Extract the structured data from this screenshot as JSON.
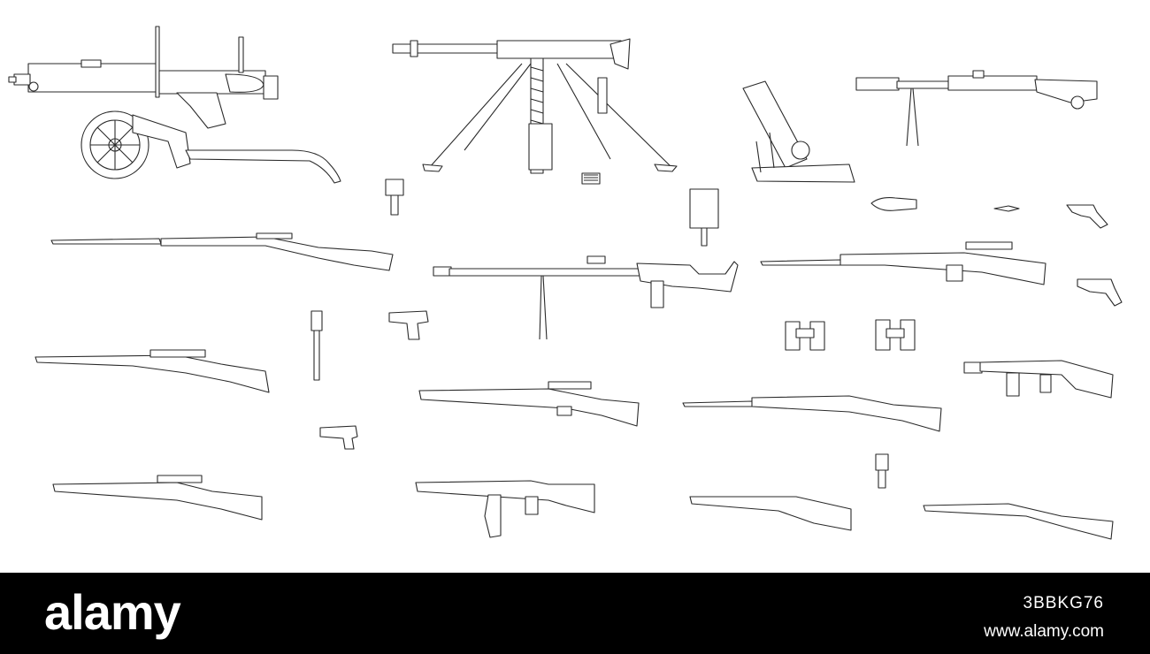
{
  "footer": {
    "brand": "alamy",
    "image_id": "3BBKG76",
    "site": "www.alamy.com"
  },
  "colors": {
    "background": "#ffffff",
    "line": "#2a2a2a",
    "footer_bg": "#000000",
    "footer_text": "#ffffff"
  }
}
